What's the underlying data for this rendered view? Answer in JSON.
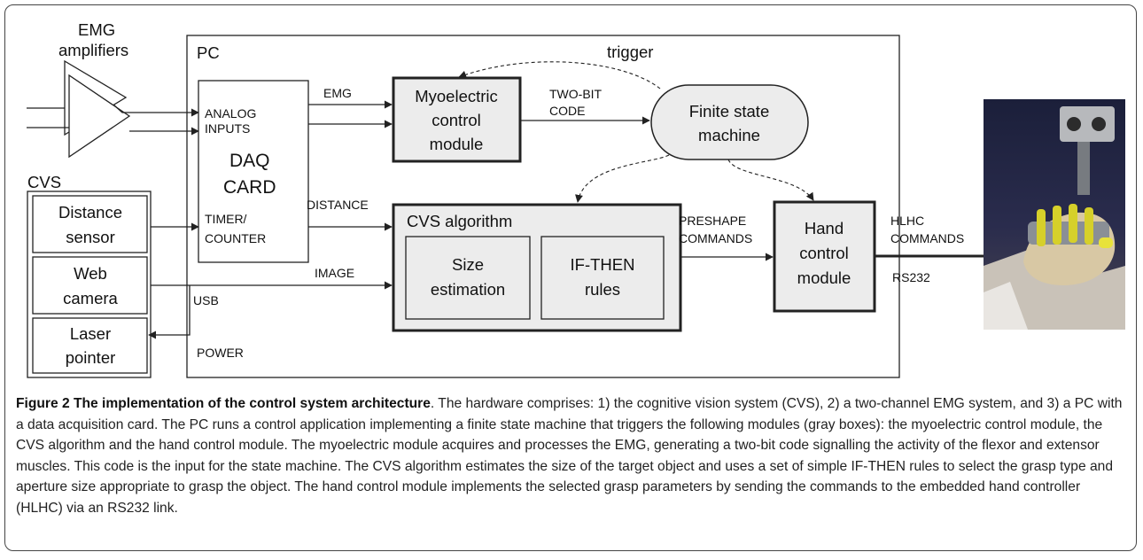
{
  "diagram": {
    "emg_amplifiers_line1": "EMG",
    "emg_amplifiers_line2": "amplifiers",
    "pc_label": "PC",
    "trigger_label": "trigger",
    "emg_signal": "EMG",
    "analog_inputs_line1": "ANALOG",
    "analog_inputs_line2": "INPUTS",
    "daq_line1": "DAQ",
    "daq_line2": "CARD",
    "timer_line1": "TIMER/",
    "timer_line2": "COUNTER",
    "myo_line1": "Myoelectric",
    "myo_line2": "control",
    "myo_line3": "module",
    "twobit_line1": "TWO-BIT",
    "twobit_line2": "CODE",
    "fsm_line1": "Finite state",
    "fsm_line2": "machine",
    "cvs_label": "CVS",
    "distance_sensor_line1": "Distance",
    "distance_sensor_line2": "sensor",
    "webcam_line1": "Web",
    "webcam_line2": "camera",
    "laser_line1": "Laser",
    "laser_line2": "pointer",
    "distance_signal": "DISTANCE",
    "image_signal": "IMAGE",
    "usb_label": "USB",
    "power_label": "POWER",
    "cvs_algorithm_title": "CVS algorithm",
    "size_est_line1": "Size",
    "size_est_line2": "estimation",
    "ifthen_line1": "IF-THEN",
    "ifthen_line2": "rules",
    "preshape_line1": "PRESHAPE",
    "preshape_line2": "COMMANDS",
    "hand_line1": "Hand",
    "hand_line2": "control",
    "hand_line3": "module",
    "hlhc_line1": "HLHC",
    "hlhc_line2": "COMMANDS",
    "rs232_label": "RS232"
  },
  "caption": {
    "title": "Figure 2 The implementation of the control system architecture",
    "body": ". The hardware comprises: 1) the cognitive vision system (CVS), 2) a two-channel EMG system, and 3) a PC with a data acquisition card. The PC runs a control application implementing a finite state machine that triggers the following modules (gray boxes): the myoelectric control module, the CVS algorithm and the hand control module. The myoelectric module acquires and processes the EMG, generating a two-bit code signalling the activity of the flexor and extensor muscles. This code is the input for the state machine. The CVS algorithm estimates the size of the target object and uses a set of simple IF-THEN rules to select the grasp type and aperture size appropriate to grasp the object. The hand control module implements the selected grasp parameters by sending the commands to the embedded hand controller (HLHC) via an RS232 link."
  },
  "colors": {
    "module_fill": "#ececec",
    "line": "#222222"
  }
}
